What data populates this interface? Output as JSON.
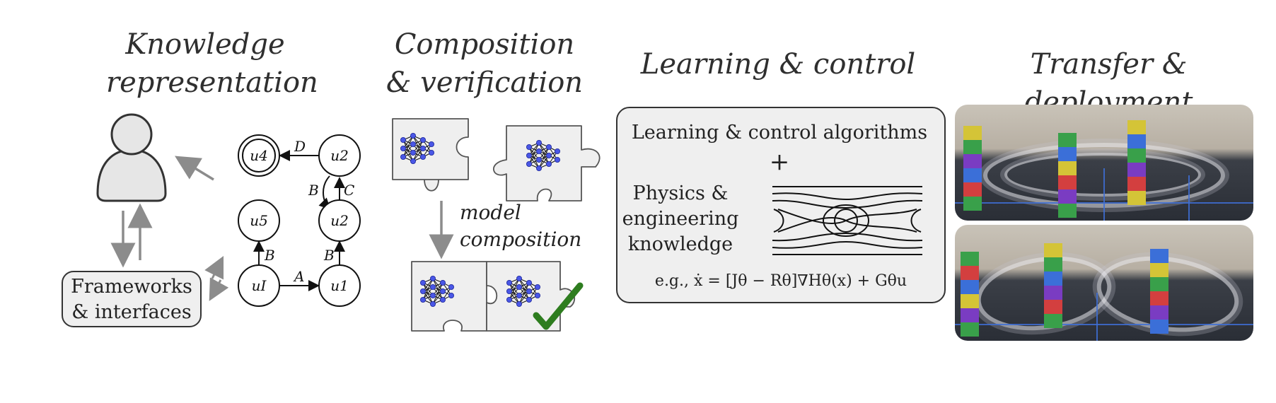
{
  "headings": {
    "knowledge": [
      "Knowledge",
      "representation"
    ],
    "composition": [
      "Composition",
      "& verification"
    ],
    "learning": "Learning & control",
    "transfer": "Transfer & deployment"
  },
  "frameworks": [
    "Frameworks",
    "& interfaces"
  ],
  "automaton": {
    "states": [
      "u4",
      "u2",
      "u5",
      "u2",
      "uI",
      "u1"
    ],
    "edges": [
      "D",
      "B",
      "C",
      "B",
      "B",
      "A"
    ]
  },
  "model_composition": [
    "model",
    "composition"
  ],
  "learning_box": {
    "line1": "Learning & control algorithms",
    "plus": "+",
    "physics": [
      "Physics &",
      "engineering",
      "knowledge"
    ],
    "equation": "e.g., ẋ = [Jθ − Rθ]∇Hθ(x) + Gθu"
  },
  "colors": {
    "box_fill": "#efefef",
    "arrow_gray": "#8c8c8c",
    "node_blue": "#4a57e6",
    "check_green": "#2e7d1f"
  }
}
